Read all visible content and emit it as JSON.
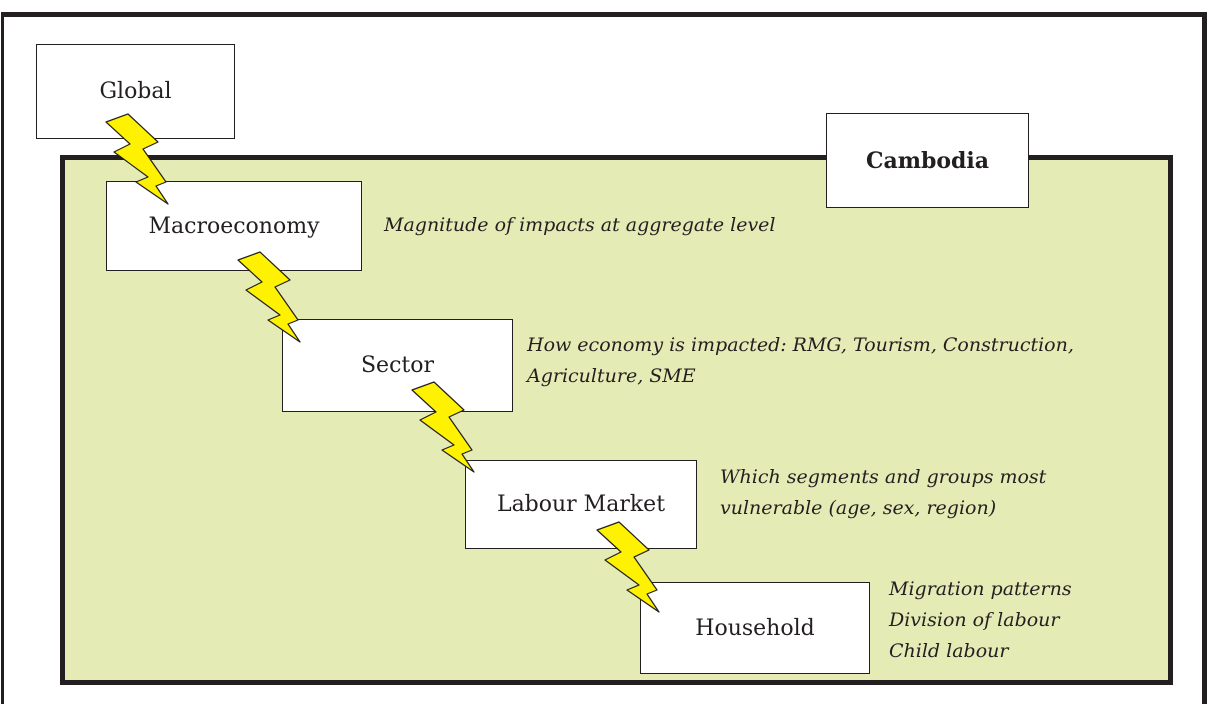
{
  "diagram": {
    "levels": {
      "global": "Global",
      "country": "Cambodia",
      "macroeconomy": "Macroeconomy",
      "sector": "Sector",
      "labour_market": "Labour Market",
      "household": "Household"
    },
    "notes": {
      "macroeconomy": [
        "Magnitude of impacts at aggregate level"
      ],
      "sector": [
        "How economy is impacted: RMG, Tourism, Construction,",
        "Agriculture, SME"
      ],
      "labour_market": [
        "Which segments and groups most",
        "vulnerable (age, sex, region)"
      ],
      "household": [
        "Migration patterns",
        "Division of labour",
        "Child labour"
      ]
    }
  },
  "colors": {
    "panel_fill": "#e4ebb5",
    "bolt_fill": "#fff200",
    "outline": "#231f20"
  },
  "icons": [
    "lightning-bolt-icon"
  ]
}
